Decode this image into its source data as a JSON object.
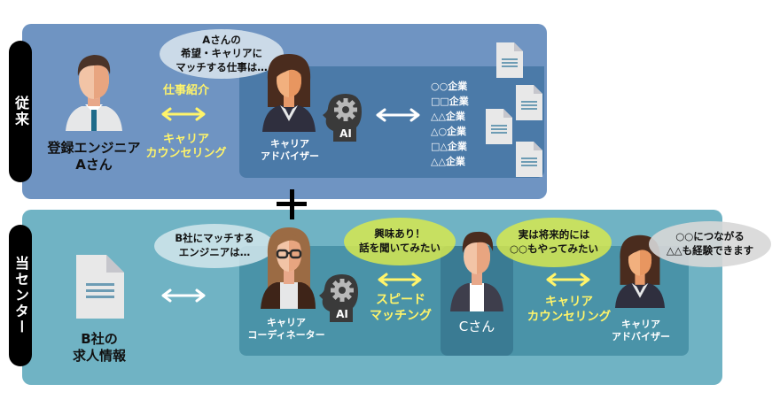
{
  "traditional": {
    "tab_label": "従来",
    "engineer_label_1": "登録エンジニア",
    "engineer_label_2": "Aさん",
    "job_intro_label": "仕事紹介",
    "counseling_label_1": "キャリア",
    "counseling_label_2": "カウンセリング",
    "bubble_lines": [
      "Aさんの",
      "希望・キャリアに",
      "マッチする仕事は…"
    ],
    "advisor_label_1": "キャリア",
    "advisor_label_2": "アドバイザー",
    "ai_label": "AI",
    "companies": [
      "○○企業",
      "□□企業",
      "△△企業",
      "△○企業",
      "□△企業",
      "△△企業"
    ]
  },
  "plus_symbol": "+",
  "our_center": {
    "tab_label": "当センター",
    "job_info_label_1": "B社の",
    "job_info_label_2": "求人情報",
    "bubble_coordinator_lines": [
      "B社にマッチする",
      "エンジニアは…"
    ],
    "coordinator_label_1": "キャリア",
    "coordinator_label_2": "コーディネーター",
    "ai_label": "AI",
    "bubble_interest_lines": [
      "興味あり！",
      "話を聞いてみたい"
    ],
    "speed_matching_label_1": "スピード",
    "speed_matching_label_2": "マッチング",
    "candidate_label": "Cさん",
    "bubble_future_lines": [
      "実は将来的には",
      "○○もやってみたい"
    ],
    "counseling_label_1": "キャリア",
    "counseling_label_2": "カウンセリング",
    "advisor_label_1": "キャリア",
    "advisor_label_2": "アドバイザー",
    "bubble_advisor_lines": [
      "○○につながる",
      "△△も経験できます"
    ]
  },
  "colors": {
    "traditional_panel": "#6f94c2",
    "traditional_inner": "#4b7aa8",
    "center_panel": "#70b3c4",
    "center_inner": "#4a93a8",
    "accent_yellow": "#fff46a",
    "bubble_lime": "#d6e850"
  }
}
